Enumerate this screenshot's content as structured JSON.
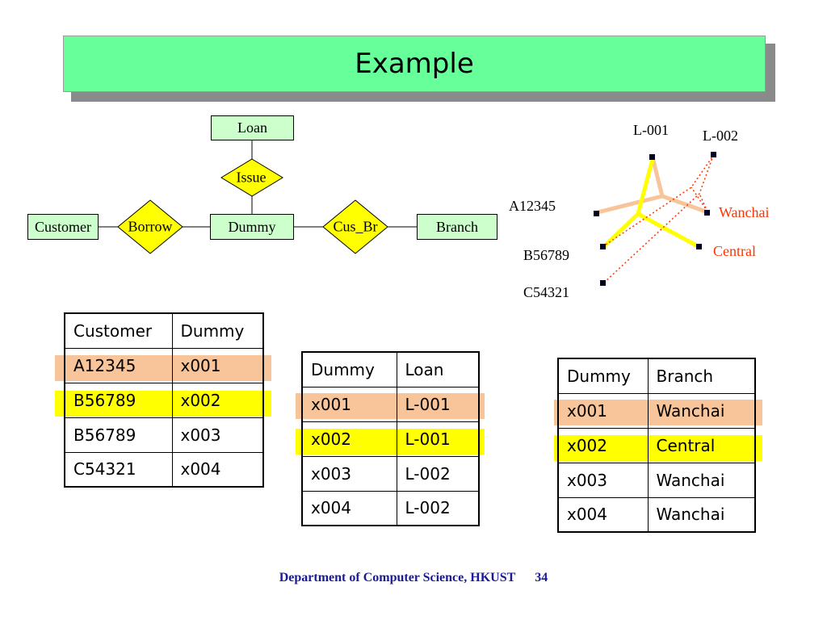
{
  "slide": {
    "title": "Example",
    "footer_dept": "Department of Computer Science, HKUST",
    "page_number": "34"
  },
  "er": {
    "entities": {
      "loan": "Loan",
      "customer": "Customer",
      "dummy": "Dummy",
      "branch": "Branch"
    },
    "relationships": {
      "issue": "Issue",
      "borrow": "Borrow",
      "cus_br": "Cus_Br"
    },
    "colors": {
      "entity_fill": "#ccffcc",
      "diamond_fill": "#ffff00"
    }
  },
  "instance": {
    "loans": [
      "L-001",
      "L-002"
    ],
    "customers": [
      "A12345",
      "B56789",
      "C54321"
    ],
    "branches": [
      "Wanchai",
      "Central"
    ],
    "colors": {
      "peach": "#f8c49a",
      "yellow": "#ffff00",
      "red": "#ff3300"
    }
  },
  "tables": {
    "customer_dummy": {
      "headers": [
        "Customer",
        "Dummy"
      ],
      "rows": [
        [
          "A12345",
          "x001"
        ],
        [
          "B56789",
          "x002"
        ],
        [
          "B56789",
          "x003"
        ],
        [
          "C54321",
          "x004"
        ]
      ]
    },
    "dummy_loan": {
      "headers": [
        "Dummy",
        "Loan"
      ],
      "rows": [
        [
          "x001",
          "L-001"
        ],
        [
          "x002",
          "L-001"
        ],
        [
          "x003",
          "L-002"
        ],
        [
          "x004",
          "L-002"
        ]
      ]
    },
    "dummy_branch": {
      "headers": [
        "Dummy",
        "Branch"
      ],
      "rows": [
        [
          "x001",
          "Wanchai"
        ],
        [
          "x002",
          "Central"
        ],
        [
          "x003",
          "Wanchai"
        ],
        [
          "x004",
          "Wanchai"
        ]
      ]
    }
  }
}
